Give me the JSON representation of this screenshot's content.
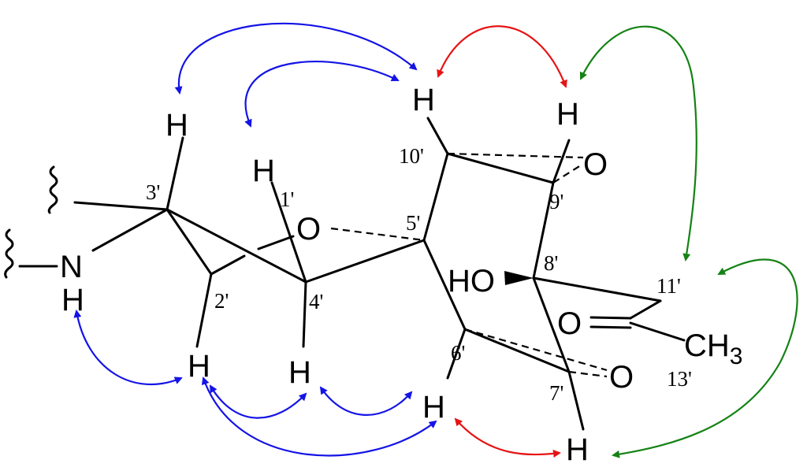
{
  "atoms": {
    "h_3p": "H",
    "h_1p_axial": "H",
    "o_1p": "O",
    "h_10p": "H",
    "h_9p": "H",
    "o_epoxide_top": "O",
    "n": "N",
    "h_nh": "H",
    "ho_8p": "HO",
    "o_carbonyl": "O",
    "ch3_c": "CH",
    "ch3_sub": "3",
    "h_2p": "H",
    "h_4p": "H",
    "h_6p": "H",
    "o_epoxide_bottom": "O",
    "h_7p": "H"
  },
  "numbering": {
    "c3": "3'",
    "c1": "1'",
    "c10": "10'",
    "c5": "5'",
    "c9": "9'",
    "c8": "8'",
    "c11": "11'",
    "c2": "2'",
    "c4": "4'",
    "c6": "6'",
    "c7": "7'",
    "c13": "13'"
  },
  "colors": {
    "bond": "#000000",
    "noe_blue": "#1414e6",
    "noe_red": "#e61414",
    "noe_green": "#148214"
  }
}
